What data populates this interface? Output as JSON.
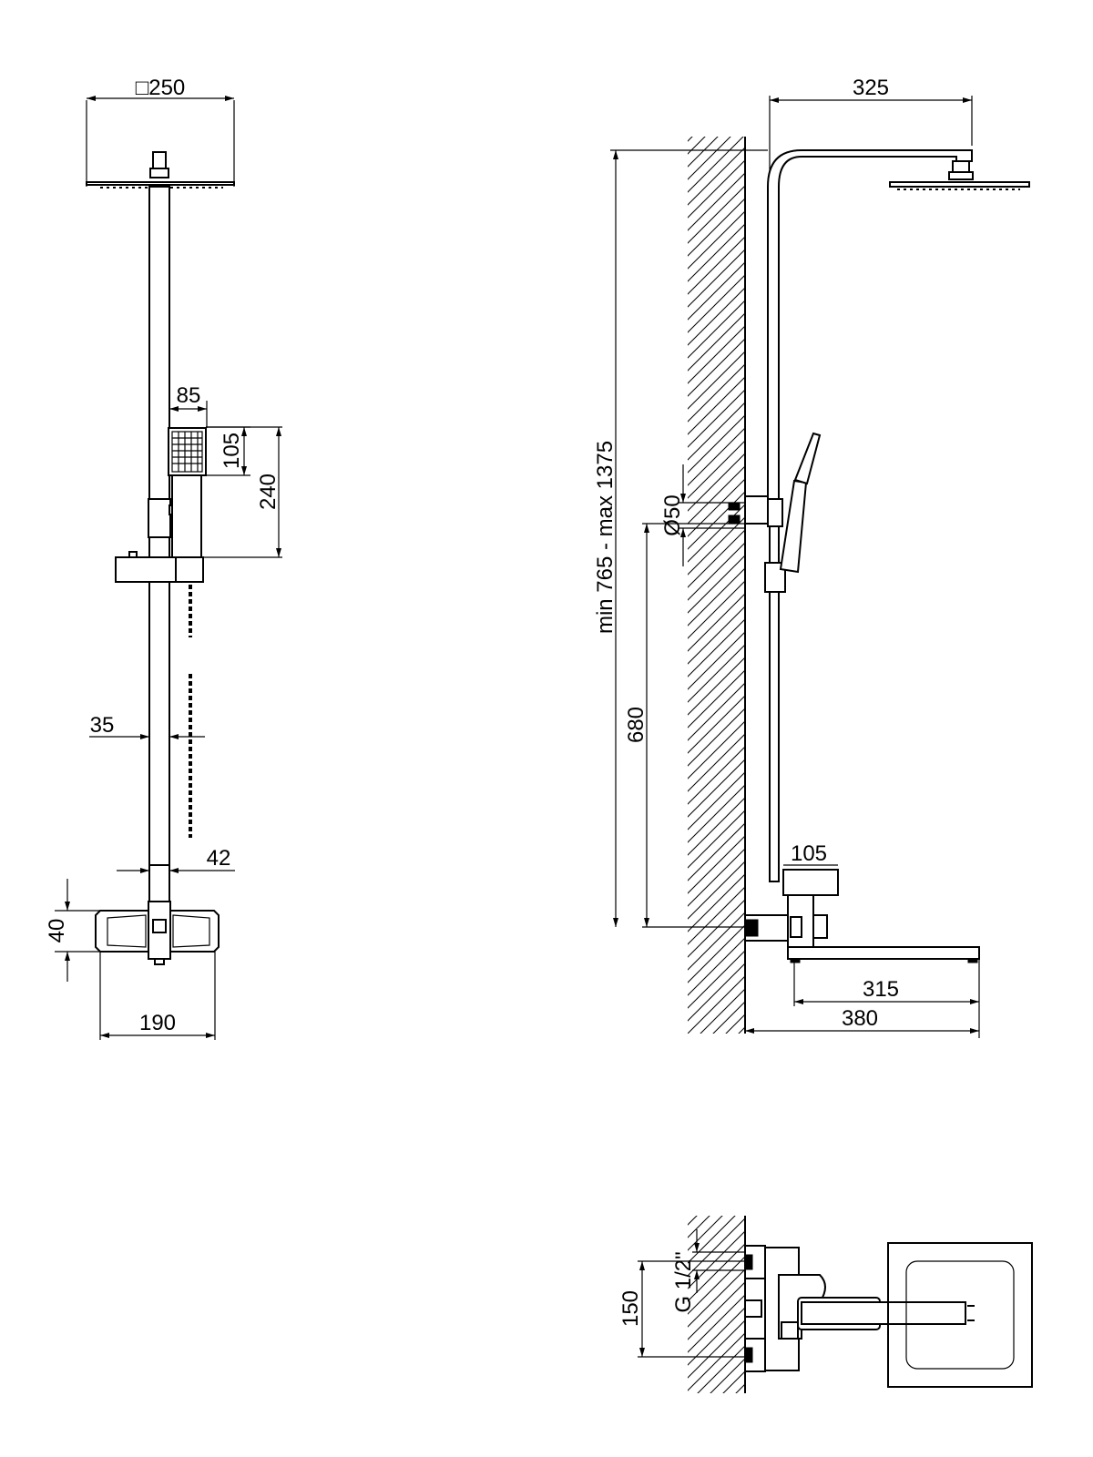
{
  "front_view": {
    "head_size": "□250",
    "hand_shower_width": "85",
    "hand_shower_head_height": "105",
    "hand_shower_height": "240",
    "rail_diameter": "35",
    "rail_bottom_width": "42",
    "mixer_height": "40",
    "mixer_width": "190"
  },
  "side_view": {
    "arm_reach": "325",
    "height_range": "min 765 - max 1375",
    "mount_diameter": "Ø50",
    "mixer_height": "680",
    "mixer_depth": "105",
    "spout_length": "315",
    "total_depth": "380"
  },
  "top_view": {
    "thread": "G 1/2\"",
    "inlet_spacing": "150"
  },
  "colors": {
    "line": "#000000",
    "background": "#ffffff"
  }
}
